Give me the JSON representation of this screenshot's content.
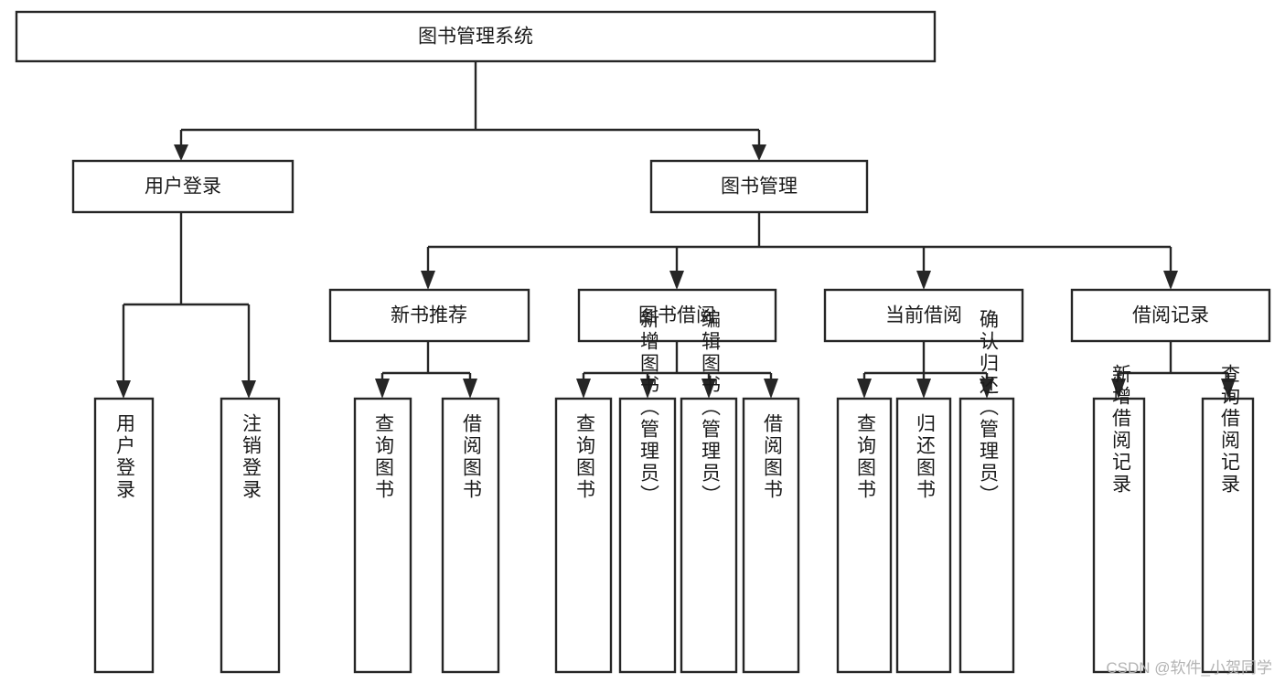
{
  "diagram": {
    "title": "图书管理系统",
    "type": "tree-hierarchy",
    "orientation": "top-down",
    "colors": {
      "background": "#ffffff",
      "box_fill": "#ffffff",
      "box_stroke": "#262626",
      "connector": "#262626",
      "text": "#1a1a1a",
      "watermark": "#b3b3b3"
    },
    "root": {
      "label": "图书管理系统",
      "orientation": "horizontal"
    },
    "level2": [
      {
        "label": "用户登录",
        "orientation": "horizontal"
      },
      {
        "label": "图书管理",
        "orientation": "horizontal"
      }
    ],
    "level3": [
      {
        "label": "新书推荐",
        "orientation": "horizontal"
      },
      {
        "label": "图书借阅",
        "orientation": "horizontal"
      },
      {
        "label": "当前借阅",
        "orientation": "horizontal"
      },
      {
        "label": "借阅记录",
        "orientation": "horizontal"
      }
    ],
    "leaves": {
      "user_login": [
        {
          "label": "用户登录",
          "orientation": "vertical"
        },
        {
          "label": "注销登录",
          "orientation": "vertical"
        }
      ],
      "new_book_recommend": [
        {
          "label": "查询图书",
          "orientation": "vertical"
        },
        {
          "label": "借阅图书",
          "orientation": "vertical"
        }
      ],
      "book_borrow": [
        {
          "label": "查询图书",
          "orientation": "vertical"
        },
        {
          "label": "新增图书（管理员）",
          "orientation": "vertical"
        },
        {
          "label": "编辑图书（管理员）",
          "orientation": "vertical"
        },
        {
          "label": "借阅图书",
          "orientation": "vertical"
        }
      ],
      "current_borrow": [
        {
          "label": "查询图书",
          "orientation": "vertical"
        },
        {
          "label": "归还图书",
          "orientation": "vertical"
        },
        {
          "label": "确认归还（管理员）",
          "orientation": "vertical"
        }
      ],
      "borrow_record": [
        {
          "label": "新增借阅记录",
          "orientation": "vertical"
        },
        {
          "label": "查询借阅记录",
          "orientation": "vertical"
        }
      ]
    }
  },
  "watermark": {
    "text": "CSDN @软件_小贺同学"
  }
}
